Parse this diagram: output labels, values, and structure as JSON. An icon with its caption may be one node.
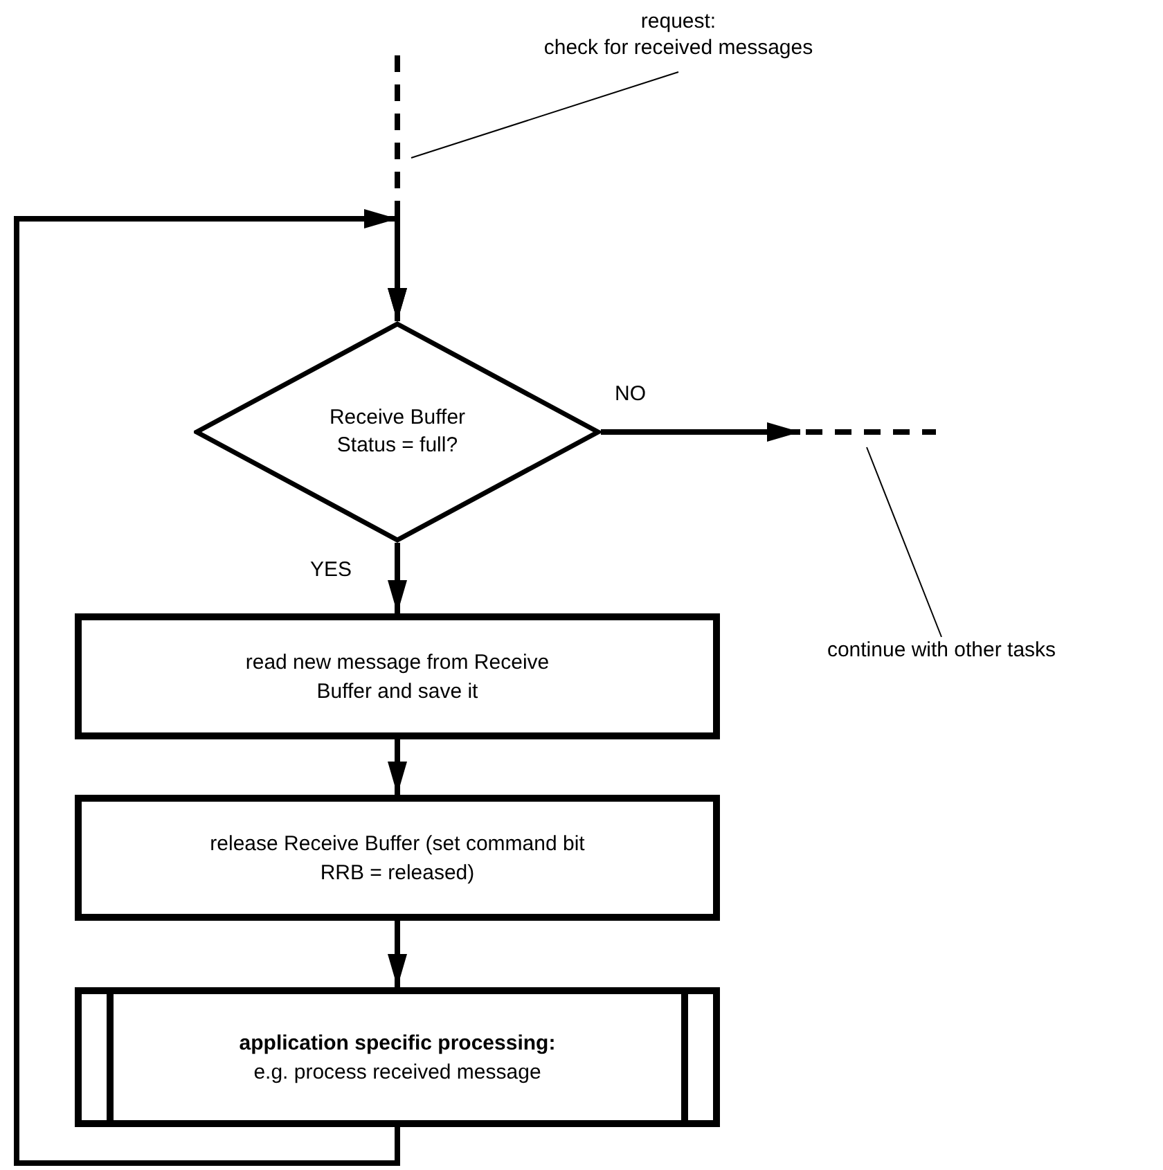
{
  "diagram": {
    "nodes": [
      {
        "text": [
          "request:",
          "check for received messages"
        ]
      },
      {
        "text": [
          "Receive Buffer Status = full?"
        ]
      },
      {
        "text": [
          "read new message from Receive Buffer and save it"
        ]
      },
      {
        "text": [
          "release Receive Buffer (set command bit RRB = released)"
        ]
      },
      {
        "text": [
          "application specific processing:",
          "e.g. process received message"
        ]
      },
      {
        "text": [
          "continue with other tasks"
        ]
      }
    ],
    "edges": [
      {
        "from": null,
        "to": 1,
        "arrow": "to",
        "style": "dashed"
      },
      {
        "from": 4,
        "to": 1,
        "arrow": "to"
      },
      {
        "from": 1,
        "to": null,
        "arrow": "to",
        "label": "NO"
      },
      {
        "from": 1,
        "to": 2,
        "arrow": "to",
        "label": "YES"
      },
      {
        "from": 2,
        "to": 3,
        "arrow": "to"
      },
      {
        "from": 3,
        "to": 4,
        "arrow": "to"
      },
      {
        "from": 0,
        "to": null,
        "arrow": "none"
      },
      {
        "from": 5,
        "to": null,
        "arrow": "none"
      }
    ]
  }
}
